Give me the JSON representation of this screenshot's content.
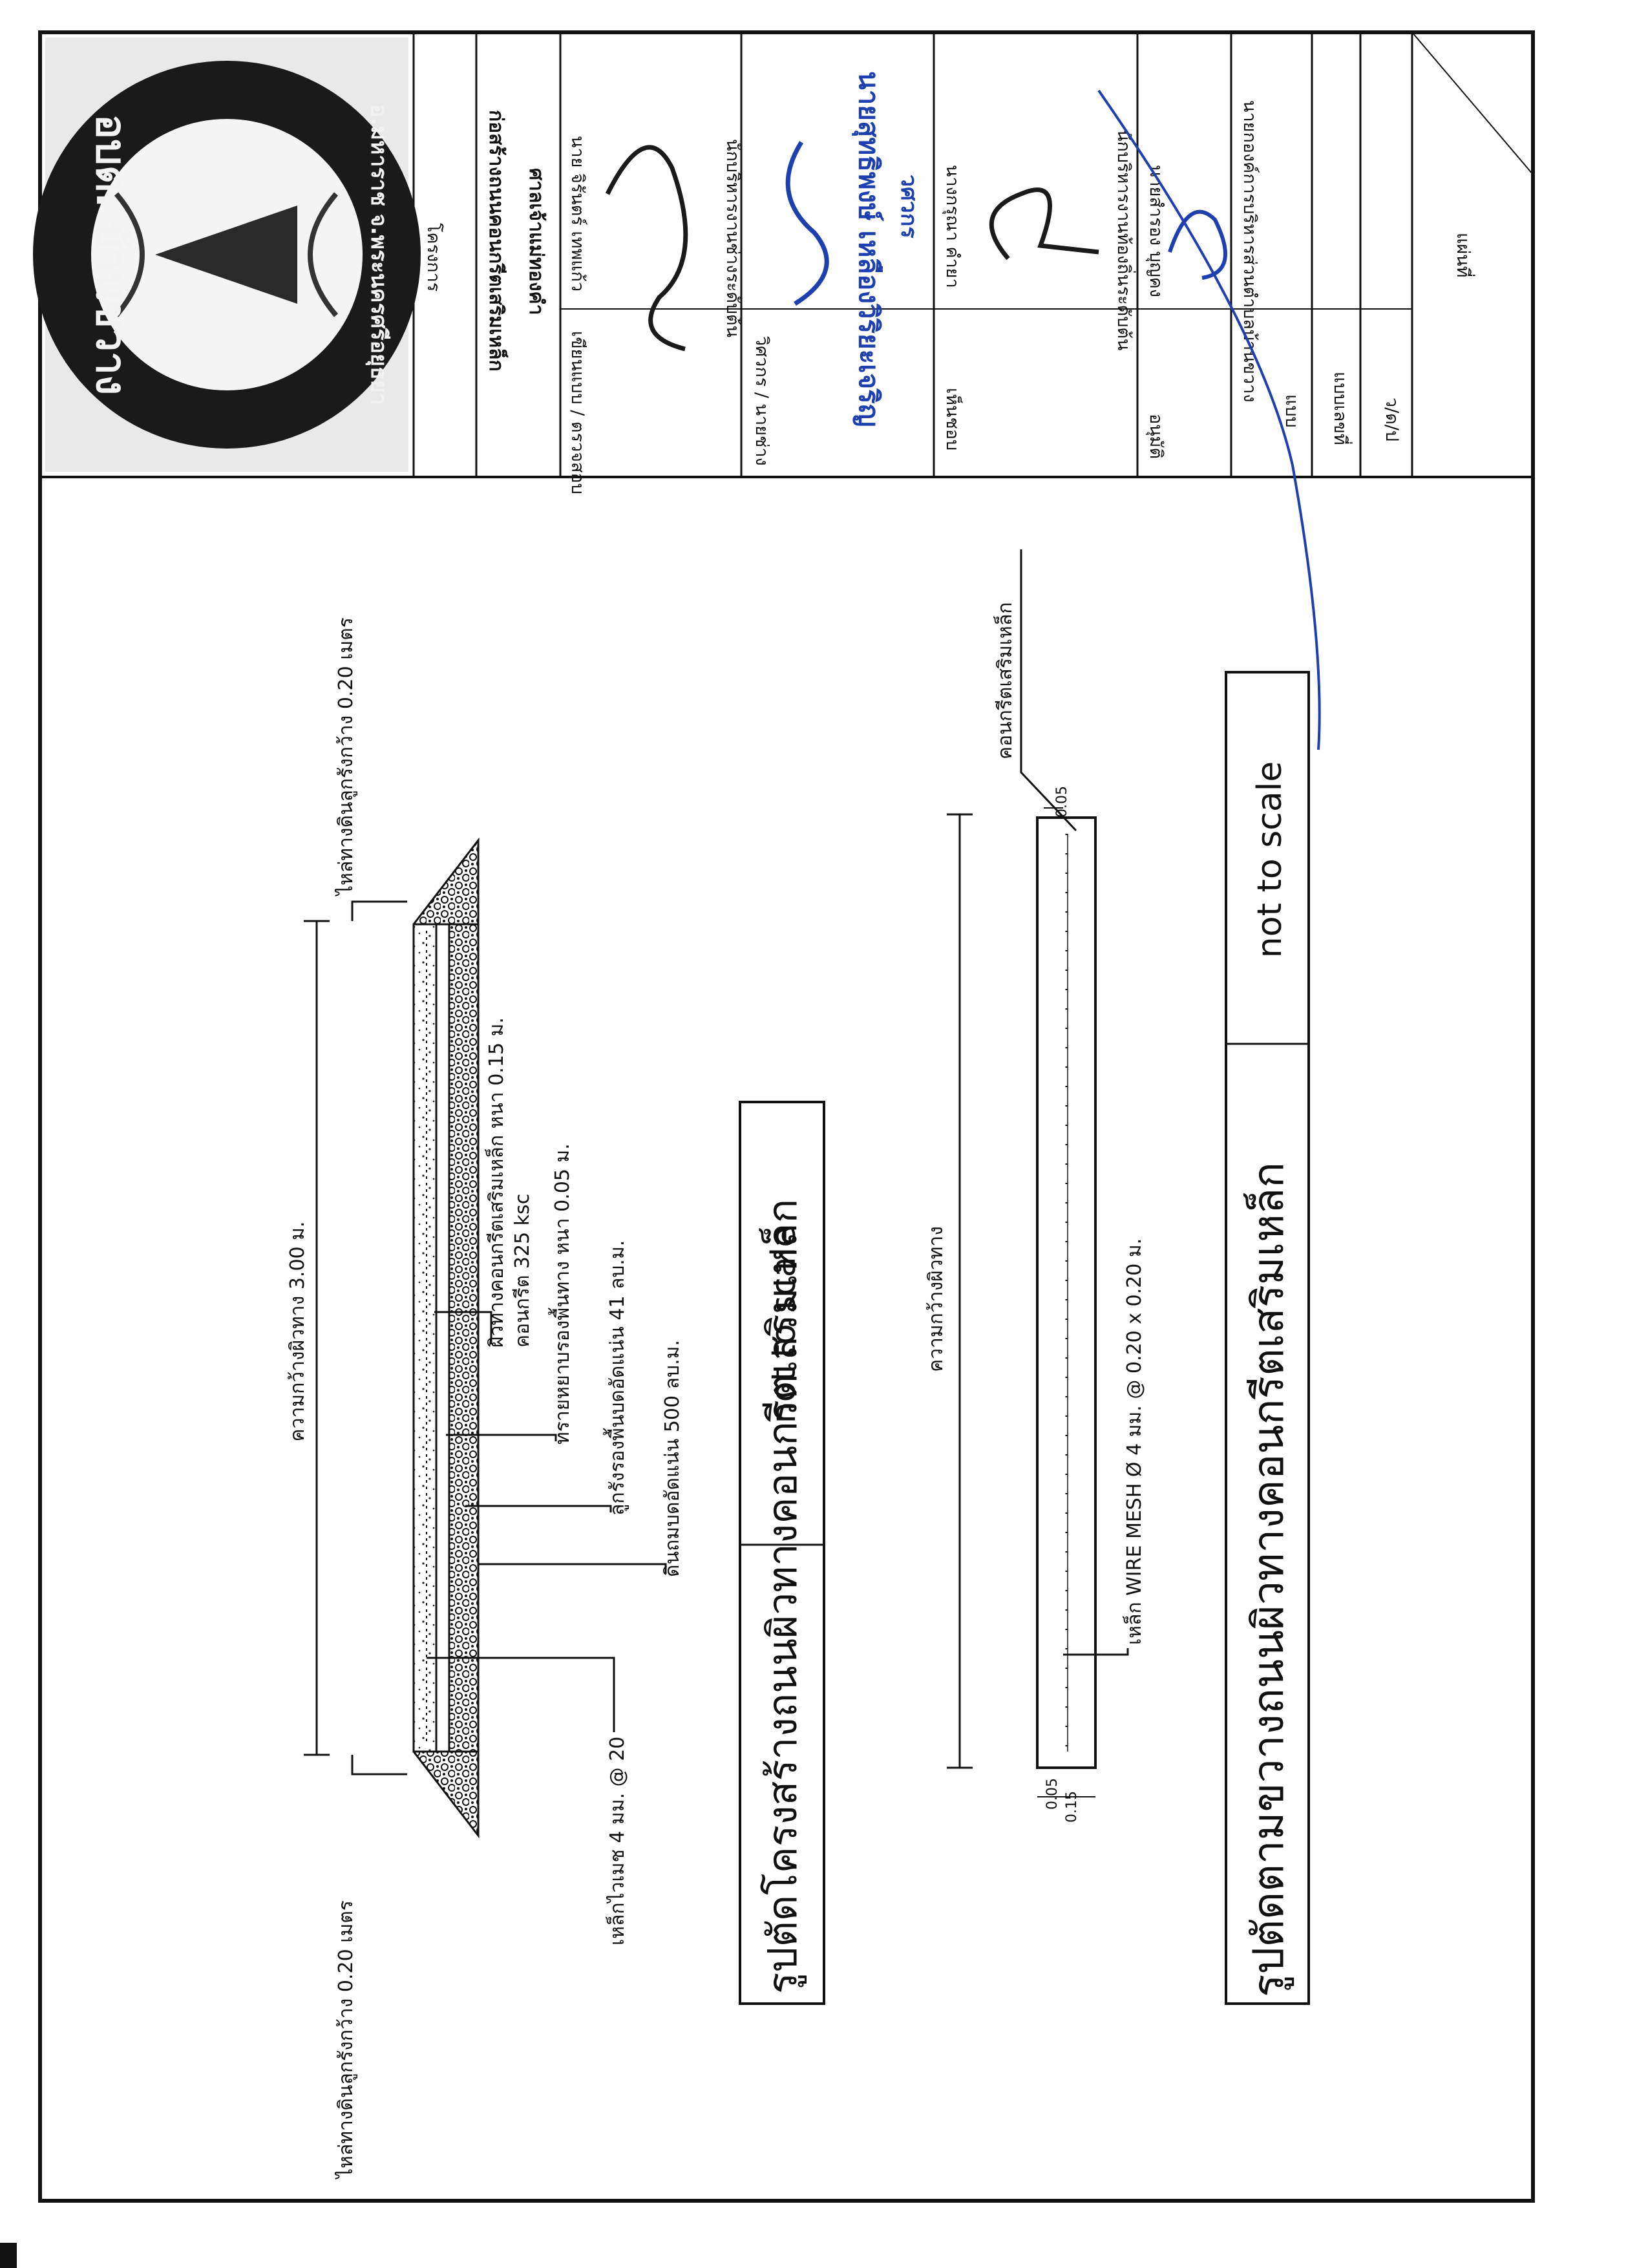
{
  "title_block": {
    "logo": {
      "outer_top_text": "อบต. บ้านขวาง",
      "outer_bottom_text": "อ.มหาราช จ.พระนครศรีอยุธยา"
    },
    "project_label": "โครงการ",
    "project_name": "ก่อสร้างถนนคอนกรีตเสริมเหล็ก",
    "project_location": "ศาลเจ้าแม่ทองคำ",
    "designer_role": "เขียนแบบ / ตรวจสอบ",
    "designer_name": "นาย จิรันตร์ เทพแก้ว",
    "designer_position": "นักบริหารงานช่างระดับต้น",
    "engineer_role": "วิศวกร / นายช่าง",
    "engineer_name": "นายสุทธิพงษ์ เหลืองวิริยะเจริญ",
    "engineer_license": "วศวกร",
    "approver1_role": "เห็นชอบ",
    "approver1_name": "นางกรุณา คำยา",
    "approver1_position": "นักบริหารงานท้องถิ่นระดับต้น",
    "approver2_role": "อนุมัติ",
    "approver2_name": "นายสำรอง บุญคง",
    "approver2_position": "นายกองค์การบริหารส่วนตำบลบ้านขวาง",
    "drawing_label": "แบบ",
    "drawing_no_label": "แบบเลขที่",
    "date_label": "ว/ด/ป",
    "sheet_label": "แผ่นที่"
  },
  "section1": {
    "width_label": "ความกว้างผิวทาง 3.00 ม.",
    "shoulder_left": "ไหล่ทางดินลูกรังกว้าง 0.20 เมตร",
    "shoulder_right": "ไหล่ทางดินลูกรังกว้าง 0.20 เมตร",
    "layer_concrete": "ผิวทางคอนกรีตเสริมเหล็ก หนา 0.15 ม.",
    "layer_concrete_strength": "คอนกรีต 325 ksc",
    "layer_sand": "ทรายหยาบรองพื้นทาง หนา 0.05 ม.",
    "layer_laterite": "ลูกรังรองพื้นบดอัดแน่น  41 ลบ.ม.",
    "layer_soil": "ดินถมบดอัดแน่น  500 ลบ.ม.",
    "rebar_label": "เหล็กไวเมช 4 มม. @ 20",
    "caption": "รูปตัดโครงสร้างถนนผิวทางคอนกรีตเสริมเหล็ก",
    "scale": "not to scale"
  },
  "section2": {
    "width_label": "ความกว้างผิวทาง",
    "concrete_label": "คอนกรีตเสริมเหล็ก",
    "mesh_label": "เหล็ก WIRE MESH Ø 4 มม. @ 0.20 x 0.20 ม.",
    "dim_top": "0.05",
    "dim_bottom_a": "0.05",
    "dim_bottom_b": "0.15",
    "caption": "รูปตัดตามขวางถนนผิวทางคอนกรีตเสริมเหล็ก",
    "scale": "not to scale"
  }
}
